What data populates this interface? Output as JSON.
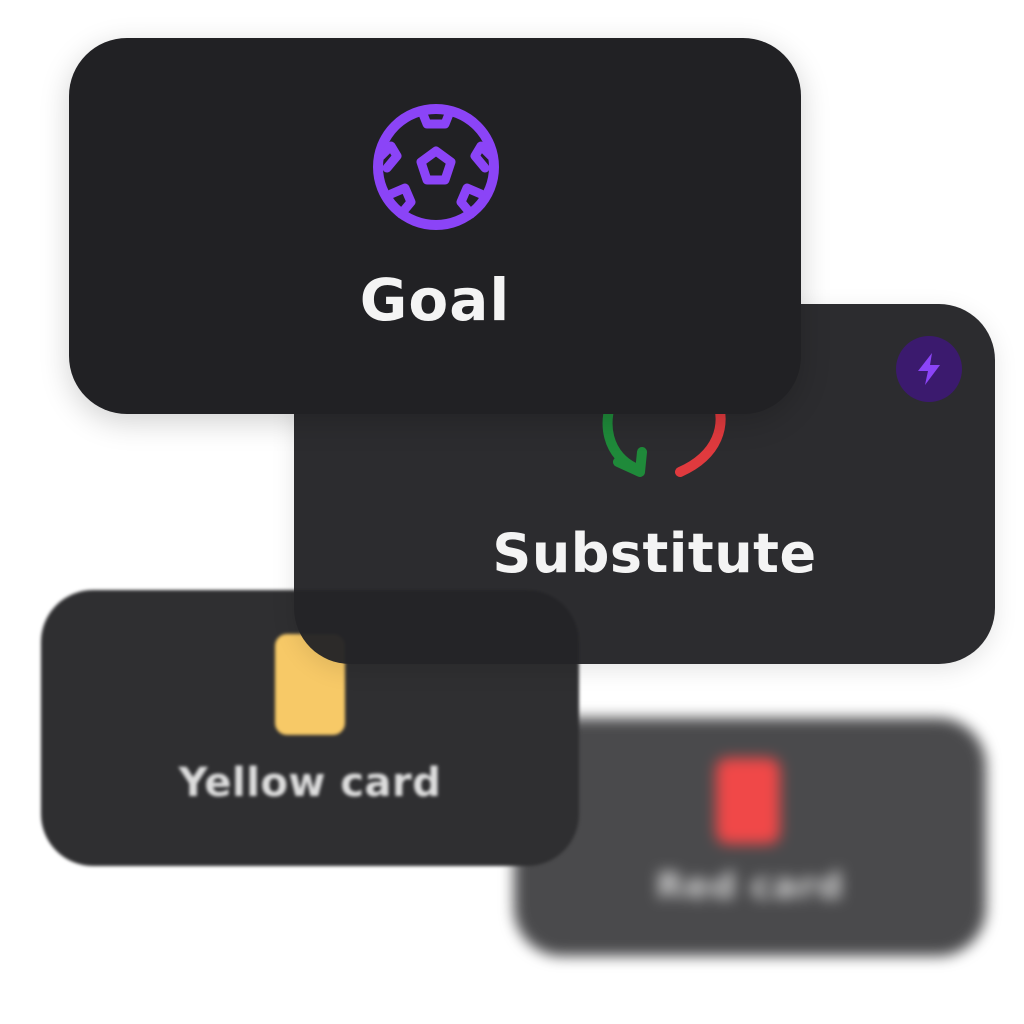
{
  "cards": {
    "goal": {
      "label": "Goal",
      "icon": "soccer-ball-icon",
      "accent": "#8b44f7"
    },
    "substitute": {
      "label": "Substitute",
      "icon": "substitution-arrows-icon",
      "badge_icon": "lightning-bolt-icon",
      "colors": {
        "in": "#1f8a3a",
        "out": "#e03a3e",
        "badge": "#3b1a6e",
        "bolt": "#8b44f7"
      }
    },
    "yellow": {
      "label": "Yellow card",
      "icon": "yellow-card-icon",
      "color": "#f7c967"
    },
    "red": {
      "label": "Red card",
      "icon": "red-card-icon",
      "color": "#f04848"
    }
  }
}
